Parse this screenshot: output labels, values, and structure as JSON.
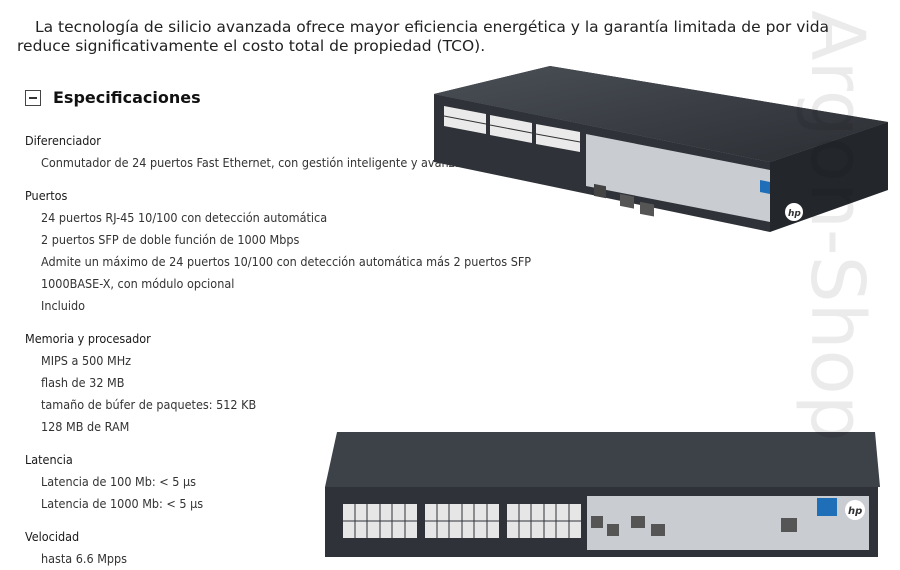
{
  "intro": {
    "text": "La tecnología de silicio avanzada ofrece mayor eficiencia energética y la garantía limitada de por vida reduce significativamente el costo total de propiedad (TCO)."
  },
  "specs": {
    "title": "Especificaciones",
    "groups": [
      {
        "label": "Diferenciador",
        "items": [
          "Conmutador de 24 puertos Fast Ethernet, con gestión inteligente y avanzada"
        ]
      },
      {
        "label": "Puertos",
        "items": [
          "24 puertos RJ-45 10/100 con detección automática",
          "2 puertos SFP de doble función de 1000 Mbps",
          "Admite un máximo de 24 puertos 10/100 con detección automática más 2 puertos SFP",
          "1000BASE-X, con módulo opcional",
          "Incluido"
        ]
      },
      {
        "label": "Memoria y procesador",
        "items": [
          "MIPS a 500 MHz",
          "flash de 32 MB",
          "tamaño de búfer de paquetes: 512 KB",
          "128 MB de RAM"
        ]
      },
      {
        "label": "Latencia",
        "items": [
          "Latencia de 100 Mb: < 5 µs",
          "Latencia de 1000 Mb: < 5 µs"
        ]
      },
      {
        "label": "Velocidad",
        "items": [
          "hasta 6.6 Mpps"
        ]
      }
    ]
  },
  "watermark": {
    "text": "Argon-Shop"
  },
  "icons": {
    "toggle": "collapse-minus-icon",
    "brand": "hp-logo-icon"
  },
  "colors": {
    "chassis": "#2f3339",
    "panel": "#c9ccd0",
    "brand_blue": "#1e6fb8"
  }
}
